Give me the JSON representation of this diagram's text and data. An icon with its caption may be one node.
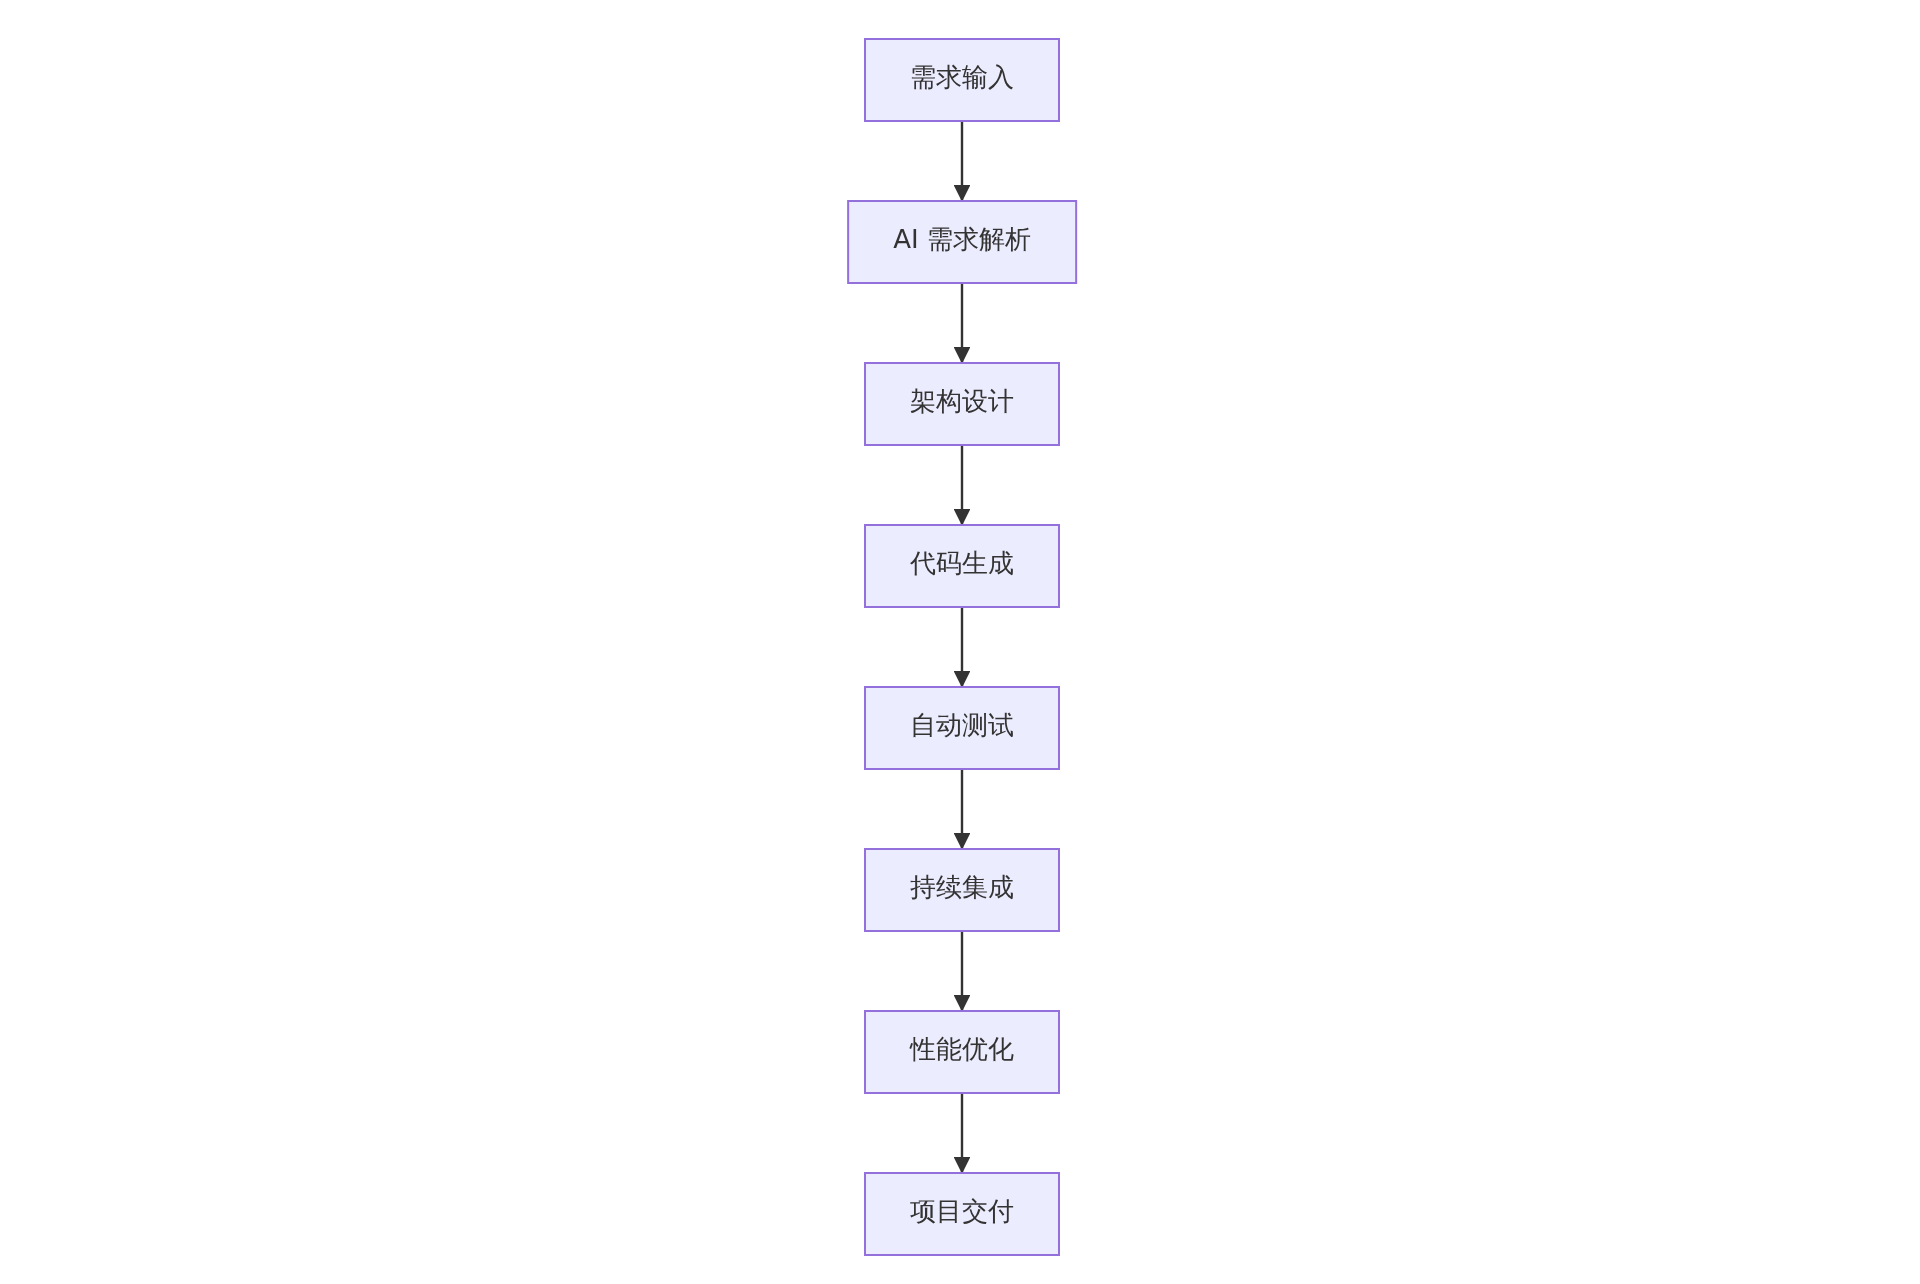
{
  "diagram": {
    "nodes": [
      {
        "text": [
          "需求输入"
        ]
      },
      {
        "text": [
          "AI 需求解析"
        ]
      },
      {
        "text": [
          "架构设计"
        ]
      },
      {
        "text": [
          "代码生成"
        ]
      },
      {
        "text": [
          "自动测试"
        ]
      },
      {
        "text": [
          "持续集成"
        ]
      },
      {
        "text": [
          "性能优化"
        ]
      },
      {
        "text": [
          "项目交付"
        ]
      }
    ],
    "edges": [
      {
        "from": 0,
        "to": 1,
        "arrow": "to"
      },
      {
        "from": 1,
        "to": 2,
        "arrow": "to"
      },
      {
        "from": 2,
        "to": 3,
        "arrow": "to"
      },
      {
        "from": 3,
        "to": 4,
        "arrow": "to"
      },
      {
        "from": 4,
        "to": 5,
        "arrow": "to"
      },
      {
        "from": 5,
        "to": 6,
        "arrow": "to"
      },
      {
        "from": 6,
        "to": 7,
        "arrow": "to"
      }
    ]
  }
}
